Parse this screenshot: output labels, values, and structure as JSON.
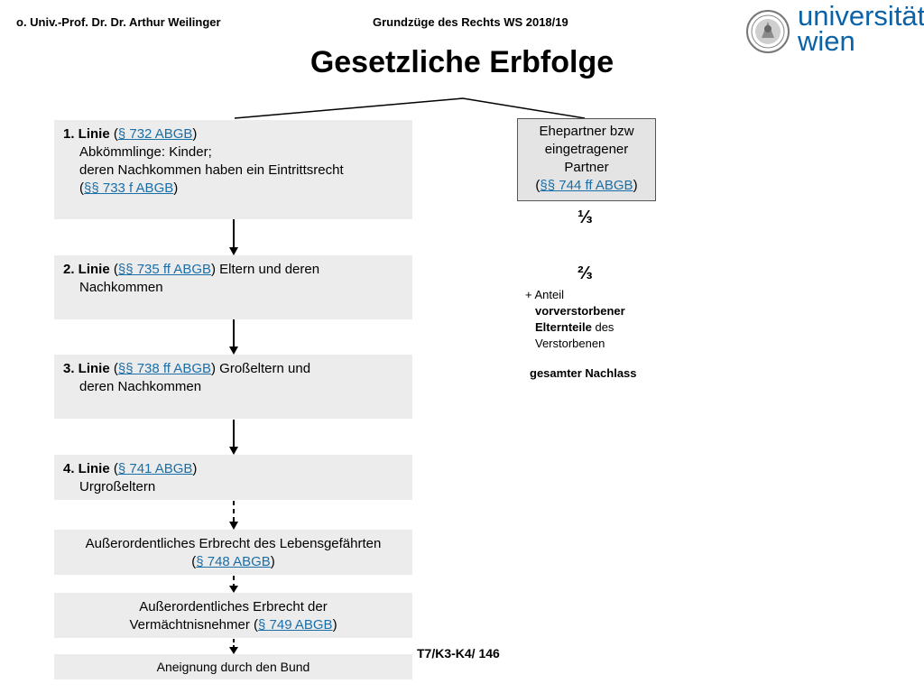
{
  "header": {
    "left": "o. Univ.-Prof. Dr. Dr. Arthur Weilinger",
    "center": "Grundzüge des Rechts WS 2018/19"
  },
  "logo": {
    "line1": "universität",
    "line2": "wien"
  },
  "title": "Gesetzliche Erbfolge",
  "line1": {
    "label": "1. Linie",
    "open": " (",
    "ref": "§ 732 ABGB",
    "close": ")",
    "text1": "Abkömmlinge: Kinder;",
    "text2": "deren Nachkommen haben ein Eintrittsrecht",
    "open2": "(",
    "ref2": "§§ 733 f ABGB",
    "close2": ")"
  },
  "line2": {
    "label": "2. Linie",
    "open": " (",
    "ref": "§§ 735 ff ABGB",
    "after": ") Eltern und deren",
    "text2": "Nachkommen"
  },
  "line3": {
    "label": "3. Linie",
    "open": " (",
    "ref": "§§ 738 ff ABGB",
    "after": ") Großeltern und",
    "text2": "deren Nachkommen"
  },
  "line4": {
    "label": "4. Linie",
    "open": " (",
    "ref": "§ 741 ABGB",
    "close": ")",
    "text2": "Urgroßeltern"
  },
  "extra1": {
    "text": "Außerordentliches Erbrecht des Lebensgefährten",
    "open": "(",
    "ref": "§ 748 ABGB",
    "close": ")"
  },
  "extra2": {
    "text": "Außerordentliches Erbrecht der",
    "text2": "Vermächtnisnehmer (",
    "ref": "§ 749 ABGB",
    "close": ")"
  },
  "bund": "Aneignung durch den Bund",
  "spouse": {
    "l1": "Ehepartner bzw",
    "l2": "eingetragener",
    "l3": "Partner",
    "open": "(",
    "ref": "§§ 744 ff ABGB",
    "close": ")"
  },
  "fractions": {
    "third": "⅓",
    "two_thirds": "⅔"
  },
  "anteil": {
    "l1": "+ Anteil",
    "l2": "vorverstorbener",
    "l3a": "Elternteile",
    "l3b": " des",
    "l4": "Verstorbenen"
  },
  "gesamt": "gesamter Nachlass",
  "footcode": "T7/K3-K4/ 146"
}
